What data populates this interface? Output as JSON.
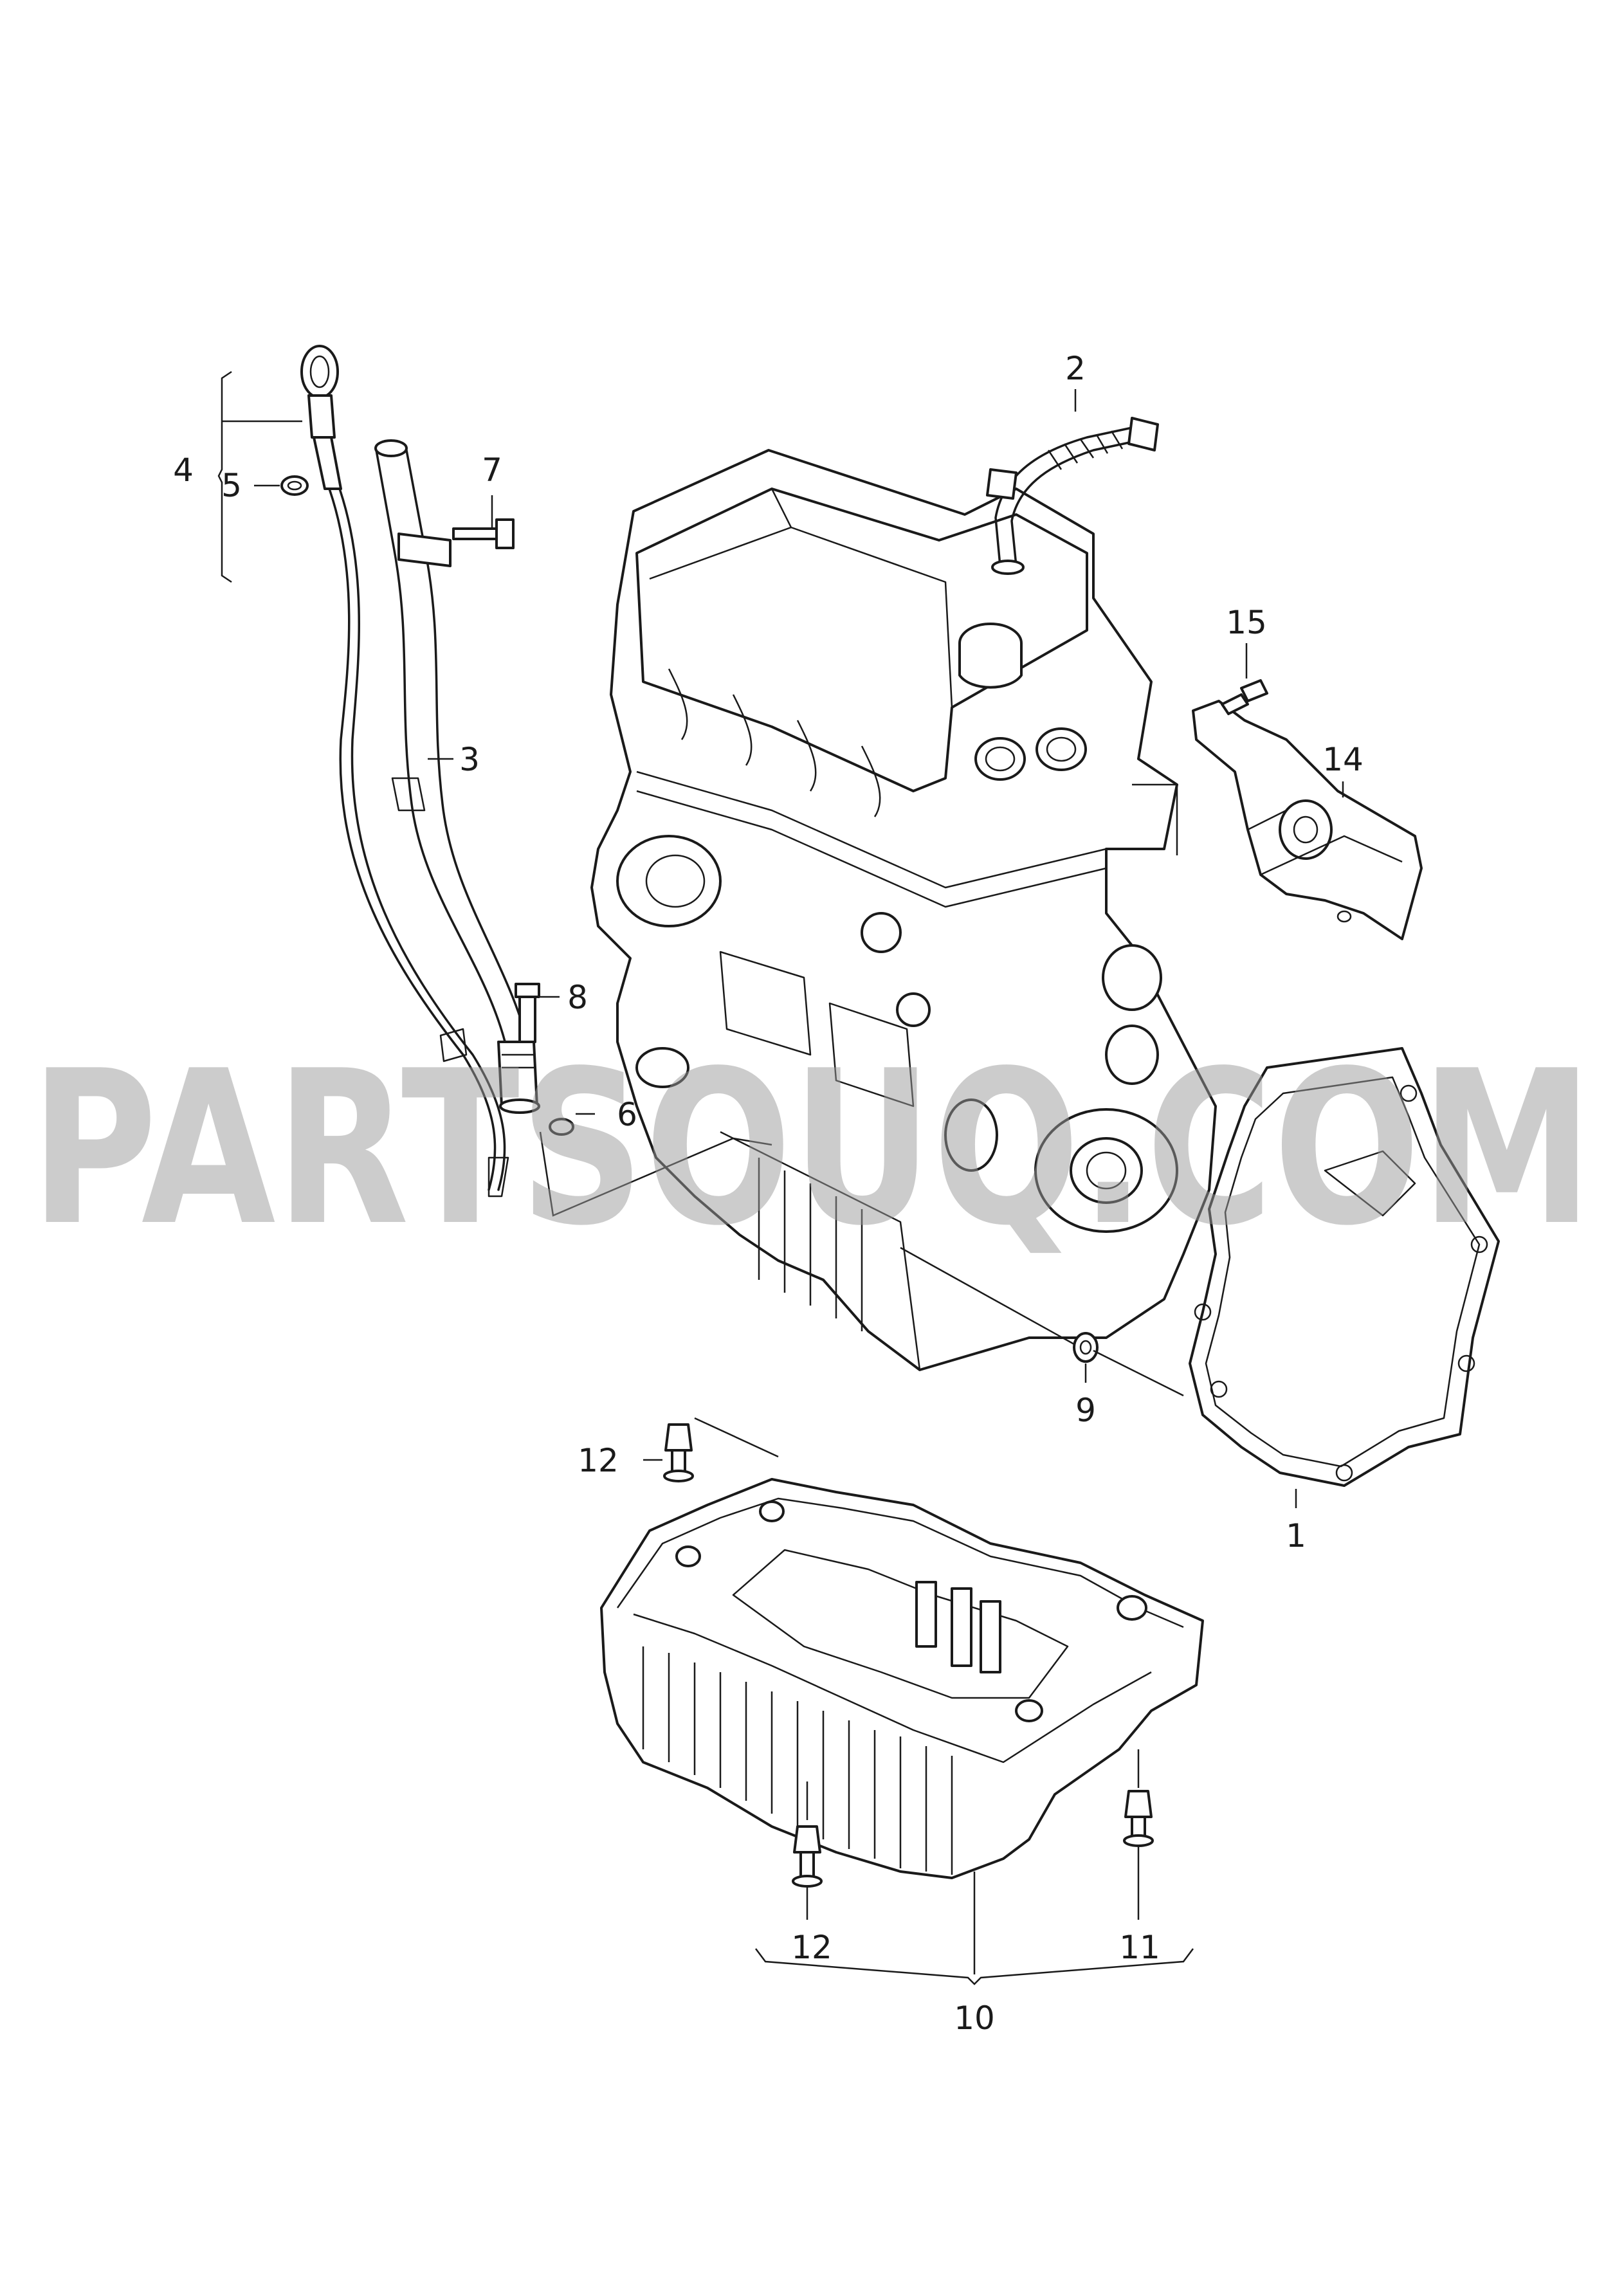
{
  "watermark": "PARTSOUQ.COM",
  "callouts": [
    {
      "id": "c1",
      "label": "1"
    },
    {
      "id": "c2",
      "label": "2"
    },
    {
      "id": "c3",
      "label": "3"
    },
    {
      "id": "c4",
      "label": "4"
    },
    {
      "id": "c5",
      "label": "5"
    },
    {
      "id": "c6",
      "label": "6"
    },
    {
      "id": "c7",
      "label": "7"
    },
    {
      "id": "c8",
      "label": "8"
    },
    {
      "id": "c9",
      "label": "9"
    },
    {
      "id": "c10",
      "label": "10"
    },
    {
      "id": "c11",
      "label": "11"
    },
    {
      "id": "c12a",
      "label": "12"
    },
    {
      "id": "c12b",
      "label": "12"
    },
    {
      "id": "c14",
      "label": "14"
    },
    {
      "id": "c15",
      "label": "15"
    }
  ]
}
